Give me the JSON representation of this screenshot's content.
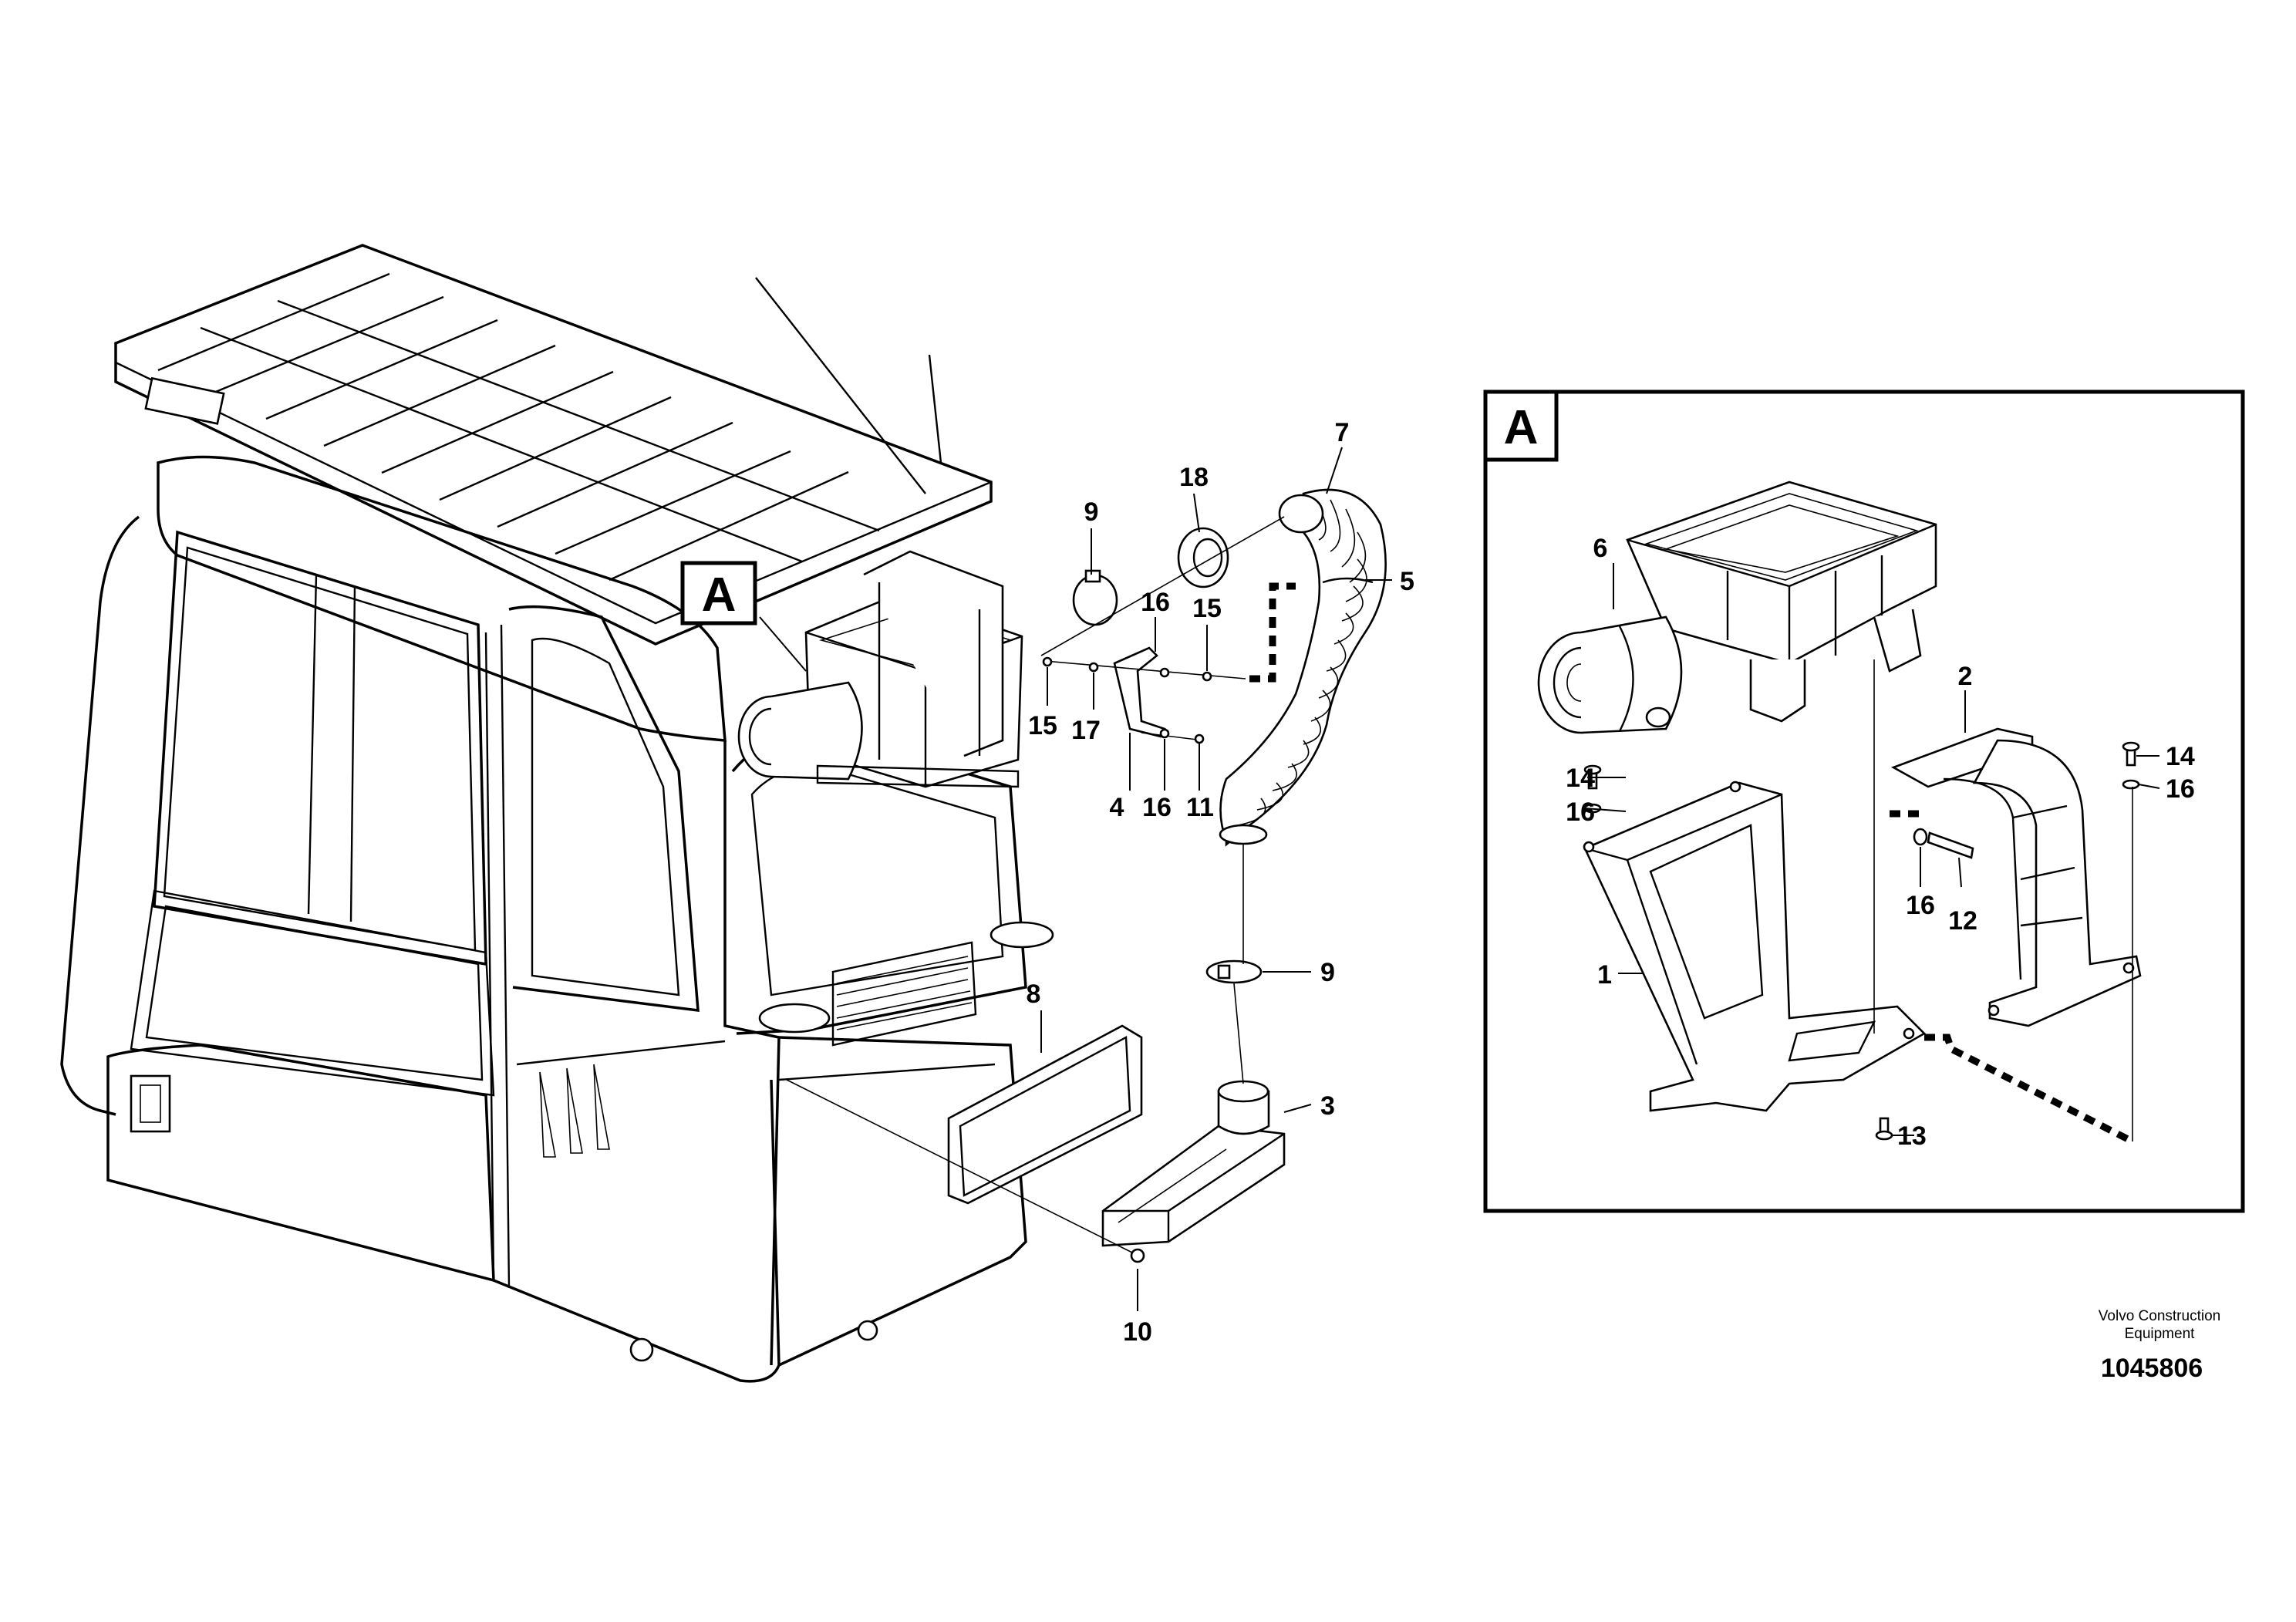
{
  "diagram": {
    "callouts": {
      "c1": "1",
      "c2": "2",
      "c3": "3",
      "c4": "4",
      "c5": "5",
      "c6": "6",
      "c7": "7",
      "c8": "8",
      "c9a": "9",
      "c9b": "9",
      "c10": "10",
      "c11": "11",
      "c12": "12",
      "c13": "13",
      "c14a": "14",
      "c14b": "14",
      "c15a": "15",
      "c15b": "15",
      "c16a": "16",
      "c16b": "16",
      "c16c": "16",
      "c16d": "16",
      "c16e": "16",
      "c17": "17",
      "c18": "18"
    },
    "detail_marker": "A",
    "detail_inset_title": "A"
  },
  "footer": {
    "brand_line1": "Volvo Construction",
    "brand_line2": "Equipment",
    "drawing_number": "1045806"
  }
}
